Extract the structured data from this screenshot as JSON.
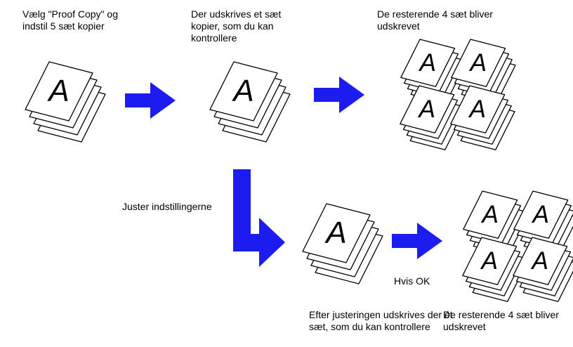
{
  "colors": {
    "arrow": "#1c1cf0",
    "paper_stroke": "#000000",
    "paper_fill": "#ffffff"
  },
  "captions": {
    "step1": "Vælg \"Proof Copy\" og\nindstil 5 sæt kopier",
    "step2": "Der udskrives et sæt\nkopier, som du kan\nkontrollere",
    "step3": "De resterende 4 sæt bliver\nudskrevet",
    "adjust": "Juster indstillingerne",
    "step4": "Efter justeringen udskrives der ét\nsæt, som du kan kontrollere",
    "if_ok": "Hvis OK",
    "step5": "De resterende 4 sæt bliver\nudskrevet"
  },
  "page_letter": "A",
  "icons": {
    "paper_stack": "paper-stack-icon",
    "right_arrow": "right-arrow-icon",
    "bend_arrow": "down-right-arrow-icon"
  }
}
